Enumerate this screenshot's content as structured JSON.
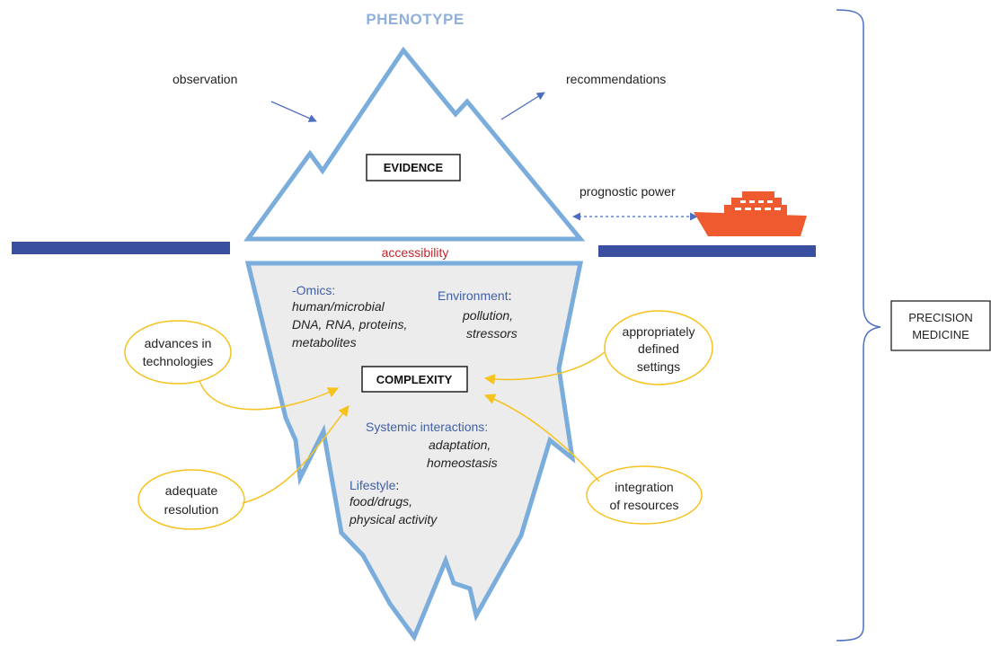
{
  "title": "PHENOTYPE",
  "top": {
    "observation": "observation",
    "recommendations": "recommendations",
    "evidence": "EVIDENCE",
    "prognostic_power": "prognostic power"
  },
  "waterline": {
    "accessibility": "accessibility"
  },
  "bottom": {
    "complexity": "COMPLEXITY",
    "omics": {
      "label": "-Omics:",
      "lines": [
        "human/microbial",
        "DNA, RNA, proteins,",
        "metabolites"
      ]
    },
    "environment": {
      "label": "Environment",
      "colon": ":",
      "lines": [
        "pollution,",
        "stressors"
      ]
    },
    "systemic": {
      "label": "Systemic interactions:",
      "lines": [
        "adaptation,",
        "homeostasis"
      ]
    },
    "lifestyle": {
      "label": "Lifestyle",
      "colon": ":",
      "lines": [
        "food/drugs,",
        "physical activity"
      ]
    }
  },
  "ellipses": {
    "advances": [
      "advances in",
      "technologies"
    ],
    "resolution": [
      "adequate",
      "resolution"
    ],
    "settings": [
      "appropriately",
      "defined",
      "settings"
    ],
    "integration": [
      "integration",
      "of resources"
    ]
  },
  "precision_medicine": [
    "PRECISION",
    "MEDICINE"
  ],
  "colors": {
    "iceberg_outline": "#7aaddb",
    "iceberg_fill_below": "#ececec",
    "waterline": "#3a4fa0",
    "ship": "#ef5a2e",
    "yellow": "#f6c21c",
    "arrow_blue": "#4e6fbf",
    "accessibility": "#c0272d"
  }
}
